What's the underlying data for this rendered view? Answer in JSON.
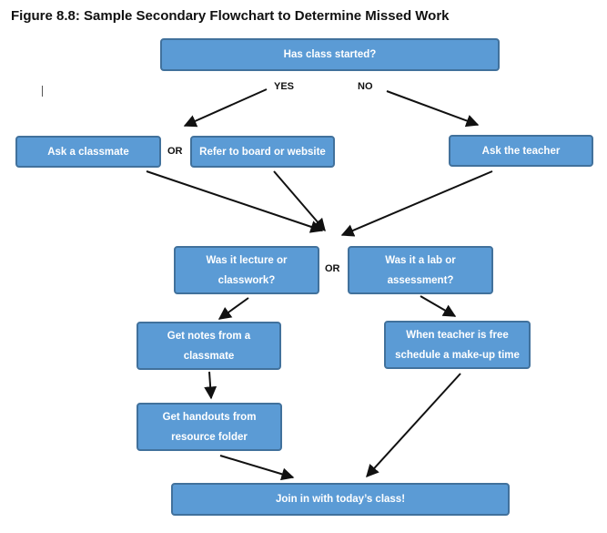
{
  "title": "Figure 8.8: Sample Secondary Flowchart to Determine Missed Work",
  "colors": {
    "box_fill": "#5b9bd5",
    "box_border": "#41719c",
    "arrow": "#111111"
  },
  "nodes": {
    "start": "Has class started?",
    "ask_classmate": "Ask a classmate",
    "refer_board": "Refer to board or website",
    "ask_teacher": "Ask the teacher",
    "lecture_q": "Was it lecture or classwork?",
    "lab_q": "Was it a lab or assessment?",
    "get_notes": "Get notes from a classmate",
    "schedule": "When teacher is free schedule a make-up time",
    "handouts": "Get handouts from resource folder",
    "join": "Join in with today’s class!"
  },
  "labels": {
    "yes": "YES",
    "no": "NO",
    "or_top": "OR",
    "or_mid": "OR"
  }
}
